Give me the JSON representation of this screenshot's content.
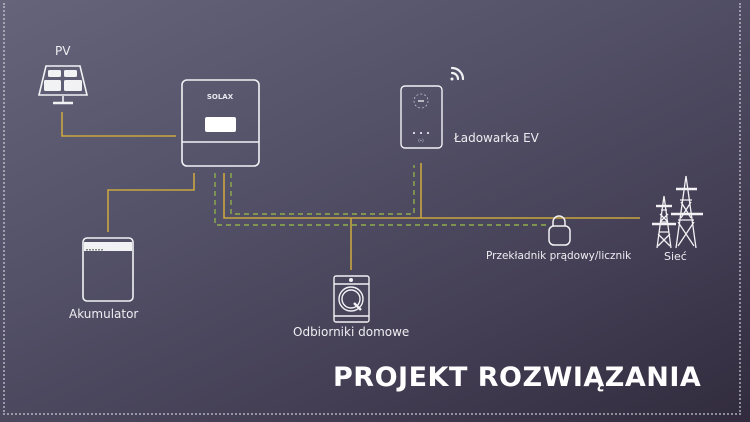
{
  "labels": {
    "pv": "PV",
    "ev_charger": "Ładowarka EV",
    "battery": "Akumulator",
    "household": "Odbiorniki domowe",
    "meter": "Przekładnik prądowy/licznik",
    "grid": "Sieć"
  },
  "inverter_brand": "SOLAX",
  "title": "PROJEKT ROZWIĄZANIA",
  "colors": {
    "power_line": "#c9a640",
    "comm_line": "#8fae4a",
    "icon": "#f2f2f5"
  }
}
